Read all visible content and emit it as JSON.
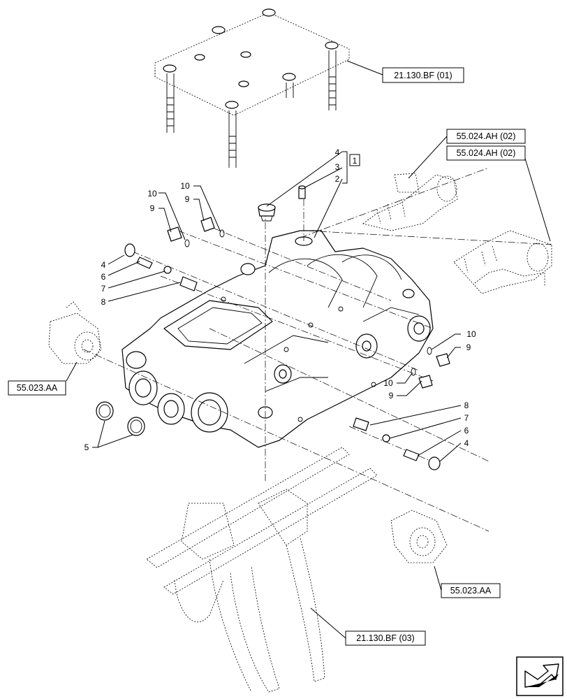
{
  "references": {
    "ref_top": "21.130.BF (01)",
    "ref_sol_1": "55.024.AH (02)",
    "ref_sol_2": "55.024.AH (02)",
    "ref_left": "55.023.AA",
    "ref_right": "55.023.AA",
    "ref_forks": "21.130.BF (03)"
  },
  "kit_marker": "1",
  "callouts": {
    "top_4": "4",
    "top_3": "3",
    "top_2": "2",
    "l_10": "10",
    "l_9": "9",
    "l2_10": "10",
    "l2_9": "9",
    "l_4": "4",
    "l_6": "6",
    "l_7": "7",
    "l_8": "8",
    "r_10": "10",
    "r_9": "9",
    "r2_10": "10",
    "r2_9": "9",
    "r_8": "8",
    "r_7": "7",
    "r_6": "6",
    "r_4": "4",
    "b_5": "5"
  },
  "icons": {
    "nav": "next-page-arrow-icon"
  }
}
